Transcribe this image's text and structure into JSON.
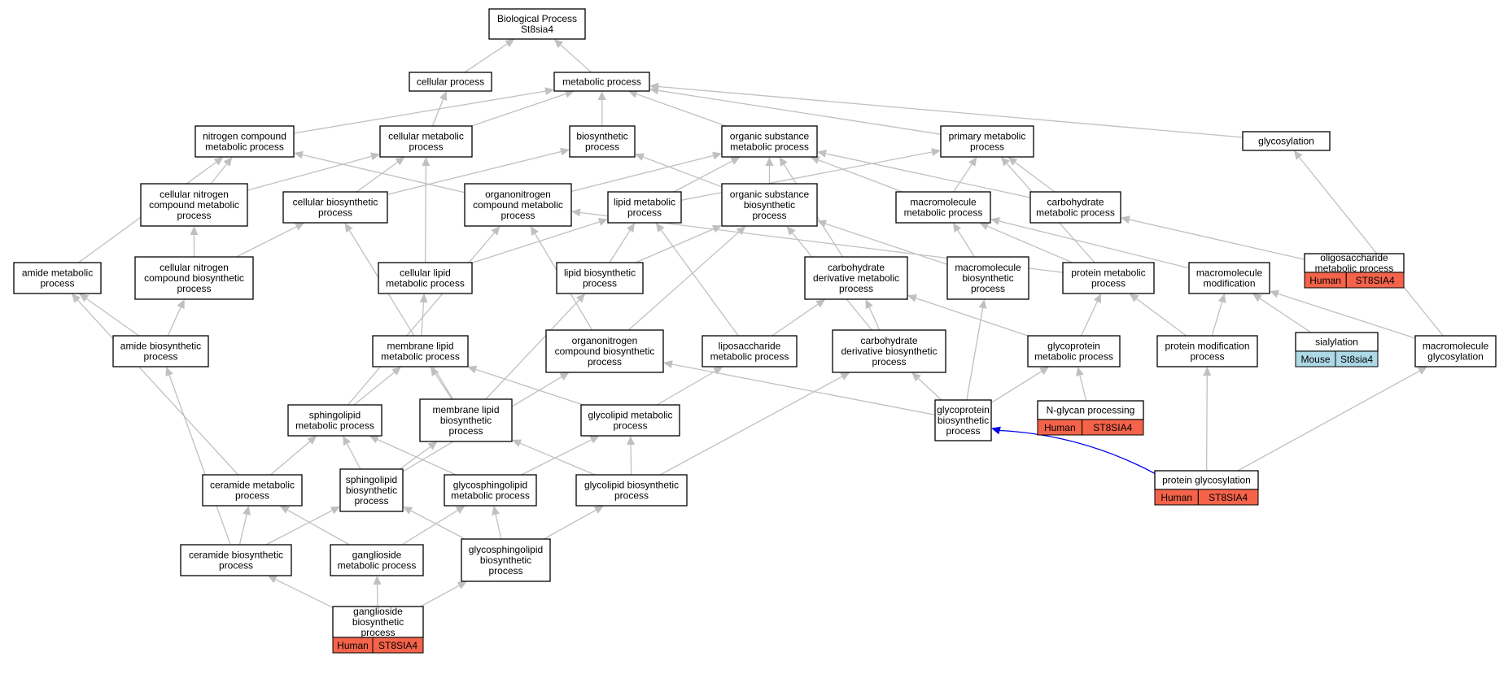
{
  "diagram": {
    "colors": {
      "human": "#f4634a",
      "mouse": "#add8e6",
      "edge": "#c0c0c0",
      "highlight": "#0000ee"
    },
    "nodes": [
      {
        "id": "bp",
        "lines": [
          "Biological Process",
          "St8sia4"
        ]
      },
      {
        "id": "cellular",
        "lines": [
          "cellular process"
        ]
      },
      {
        "id": "metabolic",
        "lines": [
          "metabolic process"
        ]
      },
      {
        "id": "nitrogen",
        "lines": [
          "nitrogen compound",
          "metabolic process"
        ]
      },
      {
        "id": "cellmeta",
        "lines": [
          "cellular metabolic",
          "process"
        ]
      },
      {
        "id": "biosynth",
        "lines": [
          "biosynthetic",
          "process"
        ]
      },
      {
        "id": "orgsub",
        "lines": [
          "organic substance",
          "metabolic process"
        ]
      },
      {
        "id": "primary",
        "lines": [
          "primary metabolic",
          "process"
        ]
      },
      {
        "id": "glycosylation",
        "lines": [
          "glycosylation"
        ]
      },
      {
        "id": "cellnitro",
        "lines": [
          "cellular nitrogen",
          "compound metabolic",
          "process"
        ]
      },
      {
        "id": "cellbio",
        "lines": [
          "cellular biosynthetic",
          "process"
        ]
      },
      {
        "id": "orgnitro",
        "lines": [
          "organonitrogen",
          "compound metabolic",
          "process"
        ]
      },
      {
        "id": "lipidmeta",
        "lines": [
          "lipid metabolic",
          "process"
        ]
      },
      {
        "id": "orgsubbio",
        "lines": [
          "organic substance",
          "biosynthetic",
          "process"
        ]
      },
      {
        "id": "macromet",
        "lines": [
          "macromolecule",
          "metabolic process"
        ]
      },
      {
        "id": "carbmeta",
        "lines": [
          "carbohydrate",
          "metabolic process"
        ]
      },
      {
        "id": "oligo",
        "lines": [
          "oligosaccharide",
          "metabolic process"
        ],
        "tag": {
          "species": "Human",
          "gene": "ST8SIA4"
        }
      },
      {
        "id": "amidemeta",
        "lines": [
          "amide metabolic",
          "process"
        ]
      },
      {
        "id": "cellnitrobio",
        "lines": [
          "cellular nitrogen",
          "compound biosynthetic",
          "process"
        ]
      },
      {
        "id": "celllipid",
        "lines": [
          "cellular lipid",
          "metabolic process"
        ]
      },
      {
        "id": "lipidbio",
        "lines": [
          "lipid biosynthetic",
          "process"
        ]
      },
      {
        "id": "carbderiv",
        "lines": [
          "carbohydrate",
          "derivative metabolic",
          "process"
        ]
      },
      {
        "id": "macrobio",
        "lines": [
          "macromolecule",
          "biosynthetic",
          "process"
        ]
      },
      {
        "id": "protmeta",
        "lines": [
          "protein metabolic",
          "process"
        ]
      },
      {
        "id": "macromod",
        "lines": [
          "macromolecule",
          "modification"
        ]
      },
      {
        "id": "amidebio",
        "lines": [
          "amide biosynthetic",
          "process"
        ]
      },
      {
        "id": "memlipid",
        "lines": [
          "membrane lipid",
          "metabolic process"
        ]
      },
      {
        "id": "orgnitrobio",
        "lines": [
          "organonitrogen",
          "compound biosynthetic",
          "process"
        ]
      },
      {
        "id": "liposacch",
        "lines": [
          "liposaccharide",
          "metabolic process"
        ]
      },
      {
        "id": "carbderivbio",
        "lines": [
          "carbohydrate",
          "derivative biosynthetic",
          "process"
        ]
      },
      {
        "id": "glycoprotmeta",
        "lines": [
          "glycoprotein",
          "metabolic process"
        ]
      },
      {
        "id": "protmod",
        "lines": [
          "protein modification",
          "process"
        ]
      },
      {
        "id": "sialylation",
        "lines": [
          "sialylation"
        ],
        "tag": {
          "species": "Mouse",
          "gene": "St8sia4"
        }
      },
      {
        "id": "macroglyco",
        "lines": [
          "macromolecule",
          "glycosylation"
        ]
      },
      {
        "id": "sphingometa",
        "lines": [
          "sphingolipid",
          "metabolic process"
        ]
      },
      {
        "id": "memlipidbio",
        "lines": [
          "membrane lipid",
          "biosynthetic",
          "process"
        ]
      },
      {
        "id": "glycolipidmeta",
        "lines": [
          "glycolipid metabolic",
          "process"
        ]
      },
      {
        "id": "glycoprotbio",
        "lines": [
          "glycoprotein",
          "biosynthetic",
          "process"
        ]
      },
      {
        "id": "nglycan",
        "lines": [
          "N-glycan processing"
        ],
        "tag": {
          "species": "Human",
          "gene": "ST8SIA4"
        }
      },
      {
        "id": "ceramidemeta",
        "lines": [
          "ceramide metabolic",
          "process"
        ]
      },
      {
        "id": "sphingobio",
        "lines": [
          "sphingolipid",
          "biosynthetic",
          "process"
        ]
      },
      {
        "id": "glycosphingometa",
        "lines": [
          "glycosphingolipid",
          "metabolic process"
        ]
      },
      {
        "id": "glycolipidbio",
        "lines": [
          "glycolipid biosynthetic",
          "process"
        ]
      },
      {
        "id": "protglyco",
        "lines": [
          "protein glycosylation"
        ],
        "tag": {
          "species": "Human",
          "gene": "ST8SIA4"
        }
      },
      {
        "id": "ceramidebio",
        "lines": [
          "ceramide biosynthetic",
          "process"
        ]
      },
      {
        "id": "ganglmeta",
        "lines": [
          "ganglioside",
          "metabolic process"
        ]
      },
      {
        "id": "glycosphingobio",
        "lines": [
          "glycosphingolipid",
          "biosynthetic",
          "process"
        ]
      },
      {
        "id": "gangbio",
        "lines": [
          "ganglioside",
          "biosynthetic",
          "process"
        ],
        "tag": {
          "species": "Human",
          "gene": "ST8SIA4"
        }
      }
    ],
    "edges": [
      [
        "cellular",
        "bp"
      ],
      [
        "metabolic",
        "bp"
      ],
      [
        "nitrogen",
        "metabolic"
      ],
      [
        "cellmeta",
        "metabolic"
      ],
      [
        "cellmeta",
        "cellular"
      ],
      [
        "biosynth",
        "metabolic"
      ],
      [
        "orgsub",
        "metabolic"
      ],
      [
        "primary",
        "metabolic"
      ],
      [
        "glycosylation",
        "metabolic"
      ],
      [
        "cellnitro",
        "nitrogen"
      ],
      [
        "cellnitro",
        "cellmeta"
      ],
      [
        "cellbio",
        "cellmeta"
      ],
      [
        "cellbio",
        "biosynth"
      ],
      [
        "orgnitro",
        "nitrogen"
      ],
      [
        "orgnitro",
        "orgsub"
      ],
      [
        "lipidmeta",
        "primary"
      ],
      [
        "lipidmeta",
        "orgsub"
      ],
      [
        "orgsubbio",
        "orgsub"
      ],
      [
        "orgsubbio",
        "biosynth"
      ],
      [
        "macromet",
        "orgsub"
      ],
      [
        "macromet",
        "primary"
      ],
      [
        "carbmeta",
        "orgsub"
      ],
      [
        "carbmeta",
        "primary"
      ],
      [
        "oligo",
        "carbmeta"
      ],
      [
        "amidemeta",
        "nitrogen"
      ],
      [
        "cellnitrobio",
        "cellnitro"
      ],
      [
        "cellnitrobio",
        "cellbio"
      ],
      [
        "celllipid",
        "lipidmeta"
      ],
      [
        "celllipid",
        "cellmeta"
      ],
      [
        "lipidbio",
        "lipidmeta"
      ],
      [
        "lipidbio",
        "orgsubbio"
      ],
      [
        "carbderiv",
        "orgsub"
      ],
      [
        "macrobio",
        "orgsubbio"
      ],
      [
        "macrobio",
        "macromet"
      ],
      [
        "protmeta",
        "macromet"
      ],
      [
        "protmeta",
        "orgnitro"
      ],
      [
        "protmeta",
        "primary"
      ],
      [
        "macromod",
        "macromet"
      ],
      [
        "amidebio",
        "amidemeta"
      ],
      [
        "amidebio",
        "cellnitrobio"
      ],
      [
        "memlipid",
        "celllipid"
      ],
      [
        "orgnitrobio",
        "orgnitro"
      ],
      [
        "orgnitrobio",
        "orgsubbio"
      ],
      [
        "liposacch",
        "lipidmeta"
      ],
      [
        "liposacch",
        "carbderiv"
      ],
      [
        "carbderivbio",
        "carbderiv"
      ],
      [
        "carbderivbio",
        "orgsubbio"
      ],
      [
        "glycoprotmeta",
        "protmeta"
      ],
      [
        "glycoprotmeta",
        "carbderiv"
      ],
      [
        "protmod",
        "protmeta"
      ],
      [
        "protmod",
        "macromod"
      ],
      [
        "sialylation",
        "macromod"
      ],
      [
        "macroglyco",
        "macromod"
      ],
      [
        "macroglyco",
        "glycosylation"
      ],
      [
        "sphingometa",
        "memlipid"
      ],
      [
        "sphingometa",
        "orgnitro"
      ],
      [
        "memlipidbio",
        "memlipid"
      ],
      [
        "memlipidbio",
        "lipidbio"
      ],
      [
        "memlipidbio",
        "cellbio"
      ],
      [
        "glycolipidmeta",
        "memlipid"
      ],
      [
        "glycolipidmeta",
        "liposacch"
      ],
      [
        "glycoprotbio",
        "glycoprotmeta"
      ],
      [
        "glycoprotbio",
        "carbderivbio"
      ],
      [
        "glycoprotbio",
        "macrobio"
      ],
      [
        "glycoprotbio",
        "orgnitrobio"
      ],
      [
        "nglycan",
        "glycoprotmeta"
      ],
      [
        "ceramidemeta",
        "sphingometa"
      ],
      [
        "ceramidemeta",
        "amidemeta"
      ],
      [
        "sphingobio",
        "sphingometa"
      ],
      [
        "sphingobio",
        "memlipidbio"
      ],
      [
        "sphingobio",
        "orgnitrobio"
      ],
      [
        "glycosphingometa",
        "sphingometa"
      ],
      [
        "glycosphingometa",
        "glycolipidmeta"
      ],
      [
        "glycolipidbio",
        "glycolipidmeta"
      ],
      [
        "glycolipidbio",
        "memlipidbio"
      ],
      [
        "glycolipidbio",
        "carbderivbio"
      ],
      [
        "protglyco",
        "glycoprotbio"
      ],
      [
        "protglyco",
        "protmod"
      ],
      [
        "protglyco",
        "macroglyco"
      ],
      [
        "ceramidebio",
        "ceramidemeta"
      ],
      [
        "ceramidebio",
        "sphingobio"
      ],
      [
        "ceramidebio",
        "amidebio"
      ],
      [
        "ganglmeta",
        "glycosphingometa"
      ],
      [
        "ganglmeta",
        "ceramidemeta"
      ],
      [
        "glycosphingobio",
        "glycosphingometa"
      ],
      [
        "glycosphingobio",
        "sphingobio"
      ],
      [
        "glycosphingobio",
        "glycolipidbio"
      ],
      [
        "gangbio",
        "ganglmeta"
      ],
      [
        "gangbio",
        "ceramidebio"
      ],
      [
        "gangbio",
        "glycosphingobio"
      ]
    ],
    "highlight_edges": [
      [
        "protglyco",
        "glycoprotbio"
      ]
    ]
  }
}
